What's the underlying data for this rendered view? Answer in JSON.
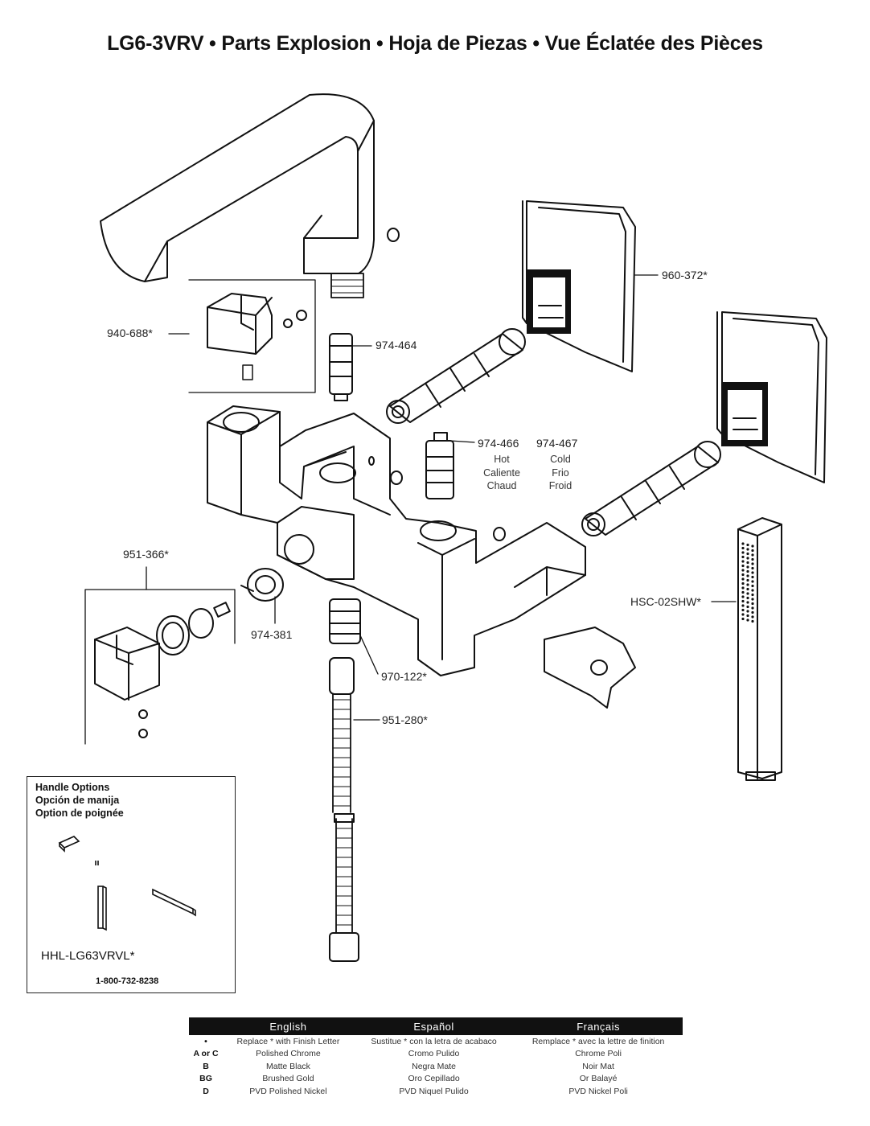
{
  "title": "LG6-3VRV  •  Parts Explosion  •  Hoja de Piezas  •  Vue Éclatée des Pièces",
  "parts": {
    "spout_kit": "940-688*",
    "valve_check": "974-464",
    "escutcheon": "960-372*",
    "cartridge_hot": "974-466",
    "cartridge_cold": "974-467",
    "hot": [
      "Hot",
      "Caliente",
      "Chaud"
    ],
    "cold": [
      "Cold",
      "Frio",
      "Froid"
    ],
    "handle_kit": "951-366*",
    "diverter": "974-381",
    "hand_shower": "HSC-02SHW*",
    "adapter": "970-122*",
    "hose": "951-280*"
  },
  "handle_options": {
    "headings": [
      "Handle Options",
      "Opción de manija",
      "Option de poignée"
    ],
    "code": "HHL-LG63VRVL*",
    "phone": "1-800-732-8238"
  },
  "finish_legend": {
    "headers": [
      "",
      "English",
      "Español",
      "Français"
    ],
    "rows": [
      [
        "•",
        "Replace * with Finish Letter",
        "Sustitue * con la letra de acabaco",
        "Remplace * avec la lettre de finition"
      ],
      [
        "A or C",
        "Polished Chrome",
        "Cromo Pulido",
        "Chrome Poli"
      ],
      [
        "B",
        "Matte Black",
        "Negra Mate",
        "Noir Mat"
      ],
      [
        "BG",
        "Brushed Gold",
        "Oro Cepillado",
        "Or Balayé"
      ],
      [
        "D",
        "PVD Polished Nickel",
        "PVD Niquel Pulido",
        "PVD Nickel Poli"
      ]
    ]
  }
}
